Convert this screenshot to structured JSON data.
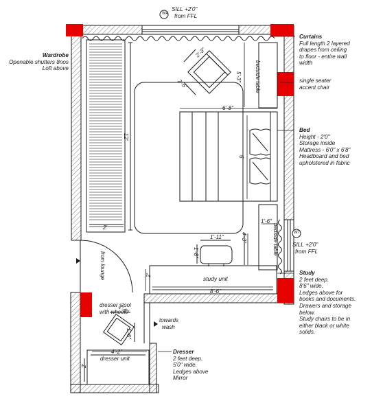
{
  "windows": {
    "w4": {
      "tag": "W4",
      "note_line1": "SILL +2'0\"",
      "note_line2": "from FFL"
    },
    "w7": {
      "tag": "W7",
      "note_line1": "SILL +2'0\"",
      "note_line2": "from FFL"
    }
  },
  "notes": {
    "curtains": {
      "title": "Curtains",
      "lines": [
        "Full length 2 layered",
        "drapes from ceiling",
        "to floor - entire wall",
        "width"
      ]
    },
    "wardrobe": {
      "title": "Wardrobe",
      "lines": [
        "Openable shutters 8nos",
        "Loft above"
      ]
    },
    "accent_chair": {
      "lines": [
        "single seater",
        "accent chair"
      ]
    },
    "bed": {
      "title": "Bed",
      "lines": [
        "Height - 2'0\"",
        "Storage inside",
        "Mattress - 6'0\" x 6'8\"",
        "Headboard and bed",
        "upholstered in fabric"
      ]
    },
    "study": {
      "title": "Study",
      "lines": [
        "2 feet deep.",
        "8'6\" wide.",
        "Ledges above for",
        "books and documents.",
        "Drawers and storage",
        "below.",
        "Study chairs to be in",
        "either black or white",
        "solids."
      ]
    },
    "dresser": {
      "title": "Dresser",
      "lines": [
        "2 feet deep.",
        "5'0\" wide.",
        "Ledges above",
        "Mirror"
      ]
    }
  },
  "room_labels": {
    "bedside_table": "bedside table",
    "study_unit": "study unit",
    "dresser_stool": [
      "dresser stool",
      "with wheels"
    ],
    "dresser_unit": "dresser unit",
    "from_lounge": "from lounge",
    "towards_wash": [
      "towards",
      "wash"
    ]
  },
  "dimensions": {
    "chair_w": "2'-3\"",
    "chair_d": "2'-5\"",
    "chair_clear": "5'-3\"",
    "bed_w": "6'-8\"",
    "bed_l": "6'",
    "wardrobe_len": "12'",
    "wardrobe_depth": "2'",
    "bedside_w": "1'-6\"",
    "study_gap": "4'-3\"",
    "study_chair_w": "1'-11\"",
    "study_chair_d": "1'-8\"",
    "study_depth": "2'",
    "study_len": "8'-6\"",
    "stool_w": "1'-6\"",
    "stool_d": "1'-6\"",
    "dresser_len": "4'-2\"",
    "dresser_depth": "2'"
  },
  "colors": {
    "red_block": "#e60000",
    "line": "#1a1a1a",
    "hatch": "#7a7a7a"
  }
}
